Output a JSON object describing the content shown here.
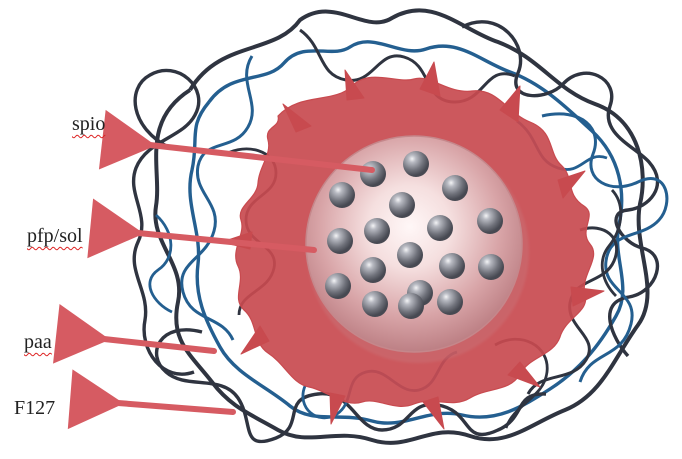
{
  "labels": {
    "spio": "spio",
    "pfp": "pfp/sol",
    "paa": "paa",
    "f127": "F127"
  },
  "colors": {
    "arrow": "#d65b62",
    "core_light": "#f3dddd",
    "core_mid": "#d8a6a8",
    "core_dark": "#b98083",
    "paa": "#c84a4f",
    "polymer_dark": "#2f3440",
    "polymer_blue": "#245f90",
    "spio_sphere": "#6d6f78"
  }
}
